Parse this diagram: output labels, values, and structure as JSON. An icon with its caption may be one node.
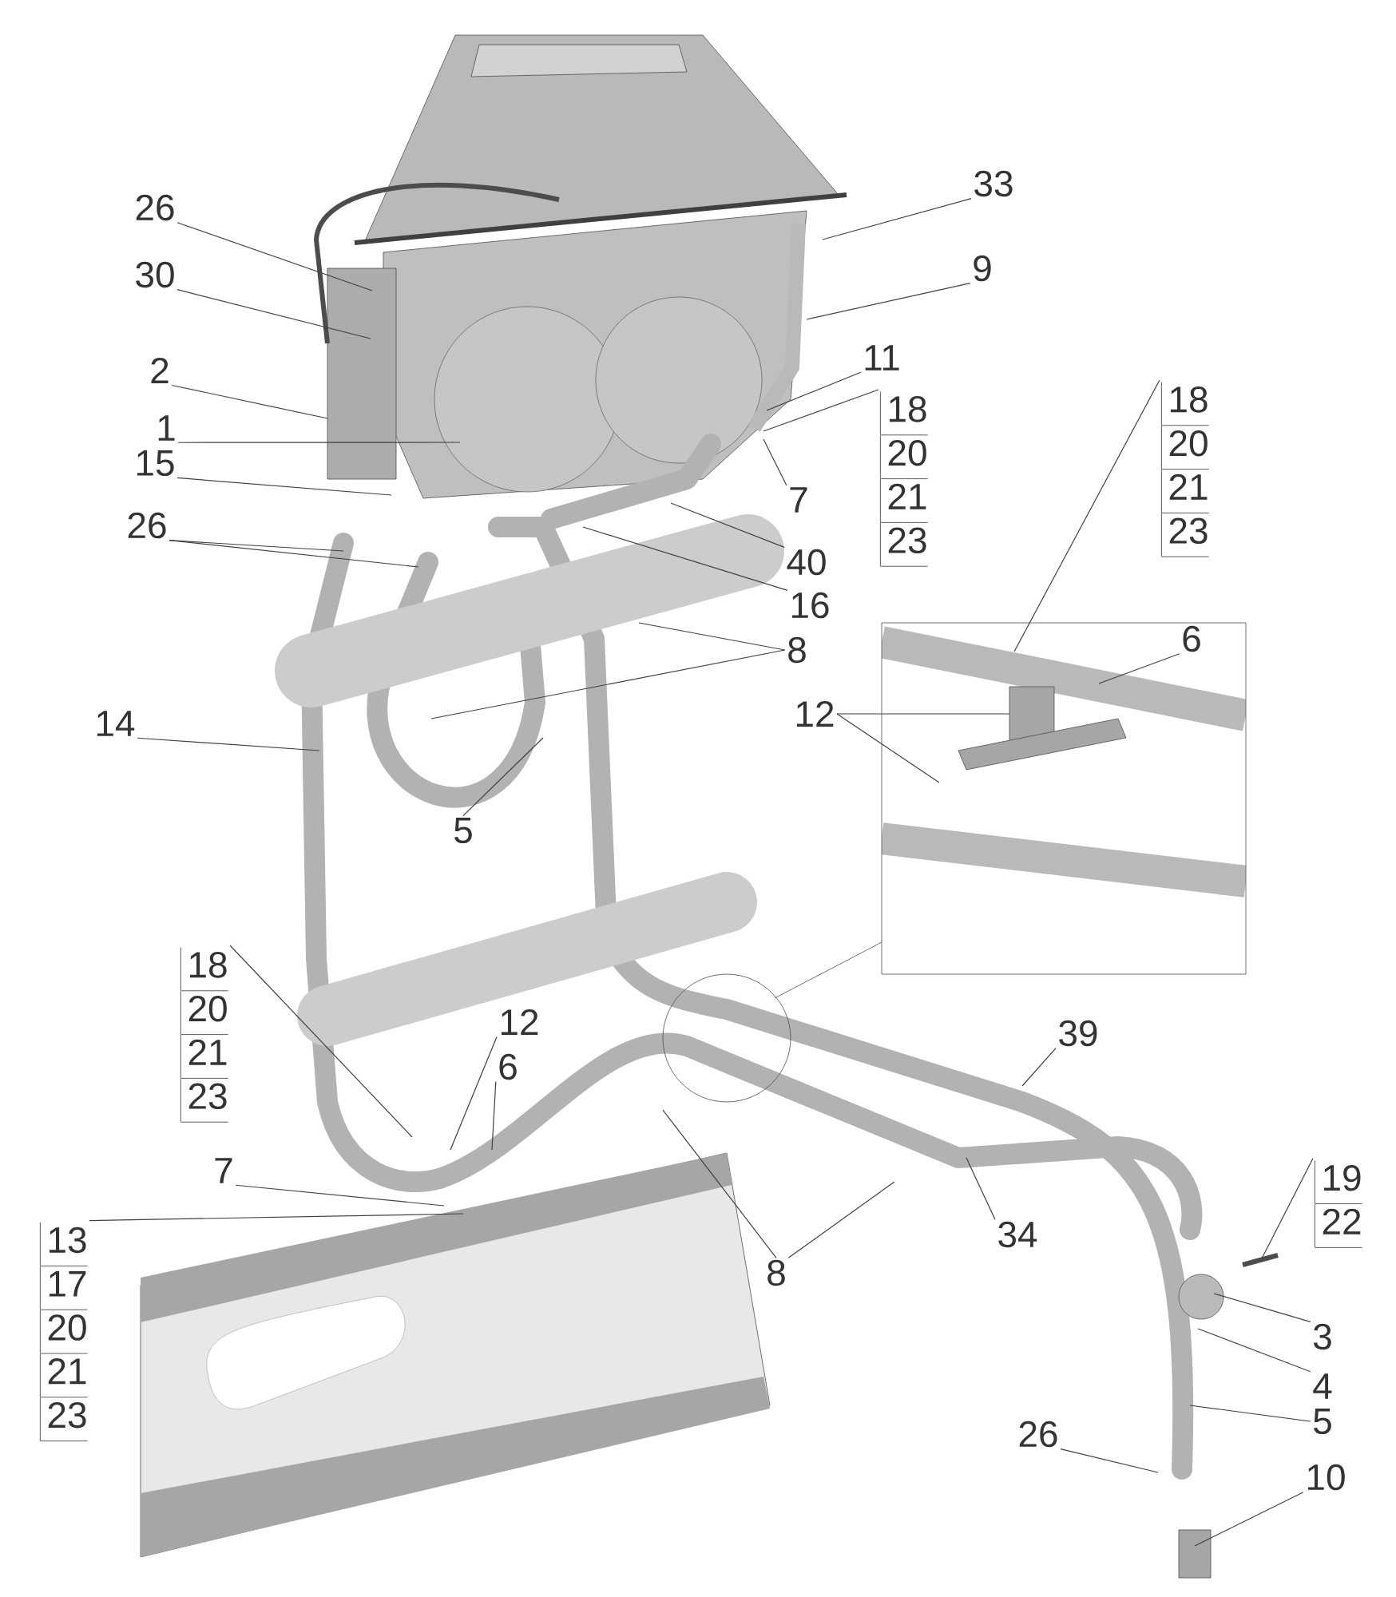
{
  "diagram": {
    "nodes": [
      {
        "text": [
          "26"
        ]
      },
      {
        "text": [
          "30"
        ]
      },
      {
        "text": [
          "2"
        ]
      },
      {
        "text": [
          "1"
        ]
      },
      {
        "text": [
          "15"
        ]
      },
      {
        "text": [
          "33"
        ]
      },
      {
        "text": [
          "9"
        ]
      },
      {
        "text": [
          "11"
        ]
      },
      {
        "text": [
          "18",
          "20",
          "21",
          "23"
        ]
      },
      {
        "text": [
          "7"
        ]
      },
      {
        "text": [
          "26"
        ]
      },
      {
        "text": [
          "40"
        ]
      },
      {
        "text": [
          "16"
        ]
      },
      {
        "text": [
          "8"
        ]
      },
      {
        "text": [
          "18",
          "20",
          "21",
          "23"
        ]
      },
      {
        "text": [
          "6"
        ]
      },
      {
        "text": [
          "12"
        ]
      },
      {
        "text": [
          "14"
        ]
      },
      {
        "text": [
          "5"
        ]
      },
      {
        "text": [
          "18",
          "20",
          "21",
          "23"
        ]
      },
      {
        "text": [
          "12"
        ]
      },
      {
        "text": [
          "6"
        ]
      },
      {
        "text": [
          "7"
        ]
      },
      {
        "text": [
          "13",
          "17",
          "20",
          "21",
          "23"
        ]
      },
      {
        "text": [
          "39"
        ]
      },
      {
        "text": [
          "34"
        ]
      },
      {
        "text": [
          "8"
        ]
      },
      {
        "text": [
          "19",
          "22"
        ]
      },
      {
        "text": [
          "3"
        ]
      },
      {
        "text": [
          "4"
        ]
      },
      {
        "text": [
          "5"
        ]
      },
      {
        "text": [
          "26"
        ]
      },
      {
        "text": [
          "10"
        ]
      }
    ],
    "edges": [
      {
        "from": 0,
        "to": null,
        "arrow": "none"
      },
      {
        "from": 1,
        "to": null,
        "arrow": "none"
      },
      {
        "from": 2,
        "to": null,
        "arrow": "none"
      },
      {
        "from": 3,
        "to": null,
        "arrow": "none"
      },
      {
        "from": 4,
        "to": null,
        "arrow": "none"
      },
      {
        "from": 5,
        "to": null,
        "arrow": "none"
      },
      {
        "from": 6,
        "to": null,
        "arrow": "none"
      },
      {
        "from": 7,
        "to": null,
        "arrow": "none"
      },
      {
        "from": 8,
        "to": null,
        "arrow": "none"
      },
      {
        "from": 9,
        "to": null,
        "arrow": "none"
      },
      {
        "from": 10,
        "to": null,
        "arrow": "none"
      },
      {
        "from": 10,
        "to": null,
        "arrow": "none"
      },
      {
        "from": 11,
        "to": null,
        "arrow": "none"
      },
      {
        "from": 12,
        "to": null,
        "arrow": "none"
      },
      {
        "from": 13,
        "to": null,
        "arrow": "none"
      },
      {
        "from": 13,
        "to": null,
        "arrow": "none"
      },
      {
        "from": 14,
        "to": null,
        "arrow": "none"
      },
      {
        "from": 15,
        "to": null,
        "arrow": "none"
      },
      {
        "from": 16,
        "to": null,
        "arrow": "none"
      },
      {
        "from": 16,
        "to": null,
        "arrow": "none"
      },
      {
        "from": 17,
        "to": null,
        "arrow": "none"
      },
      {
        "from": 18,
        "to": null,
        "arrow": "none"
      },
      {
        "from": 19,
        "to": null,
        "arrow": "none"
      },
      {
        "from": 20,
        "to": null,
        "arrow": "none"
      },
      {
        "from": 21,
        "to": null,
        "arrow": "none"
      },
      {
        "from": 22,
        "to": null,
        "arrow": "none"
      },
      {
        "from": 23,
        "to": null,
        "arrow": "none"
      },
      {
        "from": 24,
        "to": null,
        "arrow": "none"
      },
      {
        "from": 25,
        "to": null,
        "arrow": "none"
      },
      {
        "from": 26,
        "to": null,
        "arrow": "none"
      },
      {
        "from": 26,
        "to": null,
        "arrow": "none"
      },
      {
        "from": 27,
        "to": null,
        "arrow": "none"
      },
      {
        "from": 28,
        "to": null,
        "arrow": "none"
      },
      {
        "from": 29,
        "to": null,
        "arrow": "none"
      },
      {
        "from": 30,
        "to": null,
        "arrow": "none"
      },
      {
        "from": 31,
        "to": null,
        "arrow": "none"
      },
      {
        "from": 32,
        "to": null,
        "arrow": "none"
      }
    ]
  }
}
